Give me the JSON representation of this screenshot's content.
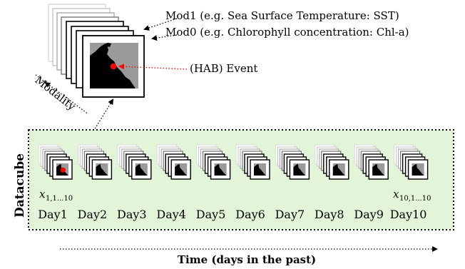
{
  "labels": {
    "mod1": "Mod1 (e.g. Sea Surface Temperature: SST)",
    "mod0": "Mod0 (e.g. Chlorophyll concentration: Chl-a)",
    "event": "(HAB) Event",
    "modality": "Modality",
    "datacube": "Datacube",
    "time_axis": "Time (days in the past)",
    "x_first_base": "x",
    "x_first_sub": "1,1...10",
    "x_last_base": "x",
    "x_last_sub": "10,1...10"
  },
  "days": [
    "Day1",
    "Day2",
    "Day3",
    "Day4",
    "Day5",
    "Day6",
    "Day7",
    "Day8",
    "Day9",
    "Day10"
  ],
  "colors": {
    "datacube_fill": "#e3f5d8",
    "event_marker": "#ff0000",
    "frame_stroke": "#000000",
    "image_gray": "#9a9a9a"
  }
}
